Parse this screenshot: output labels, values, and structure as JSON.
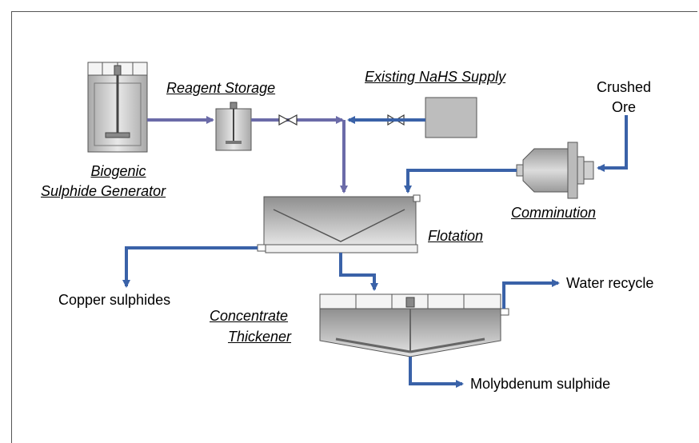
{
  "labels": {
    "reagent_storage": "Reagent Storage",
    "existing_nahs": "Existing NaHS Supply",
    "crushed_ore_1": "Crushed",
    "crushed_ore_2": "Ore",
    "biogenic_1": "Biogenic",
    "biogenic_2": "Sulphide Generator",
    "comminution": "Comminution",
    "flotation": "Flotation",
    "copper_sulphides": "Copper sulphides",
    "concentrate_1": "Concentrate",
    "concentrate_2": "Thickener",
    "water_recycle": "Water recycle",
    "molybdenum": "Molybdenum sulphide"
  },
  "colors": {
    "purple_line": "#6b6ba8",
    "blue_line": "#3a62a8",
    "equipment_fill": "#c9c9c9",
    "equipment_stroke": "#555555"
  }
}
